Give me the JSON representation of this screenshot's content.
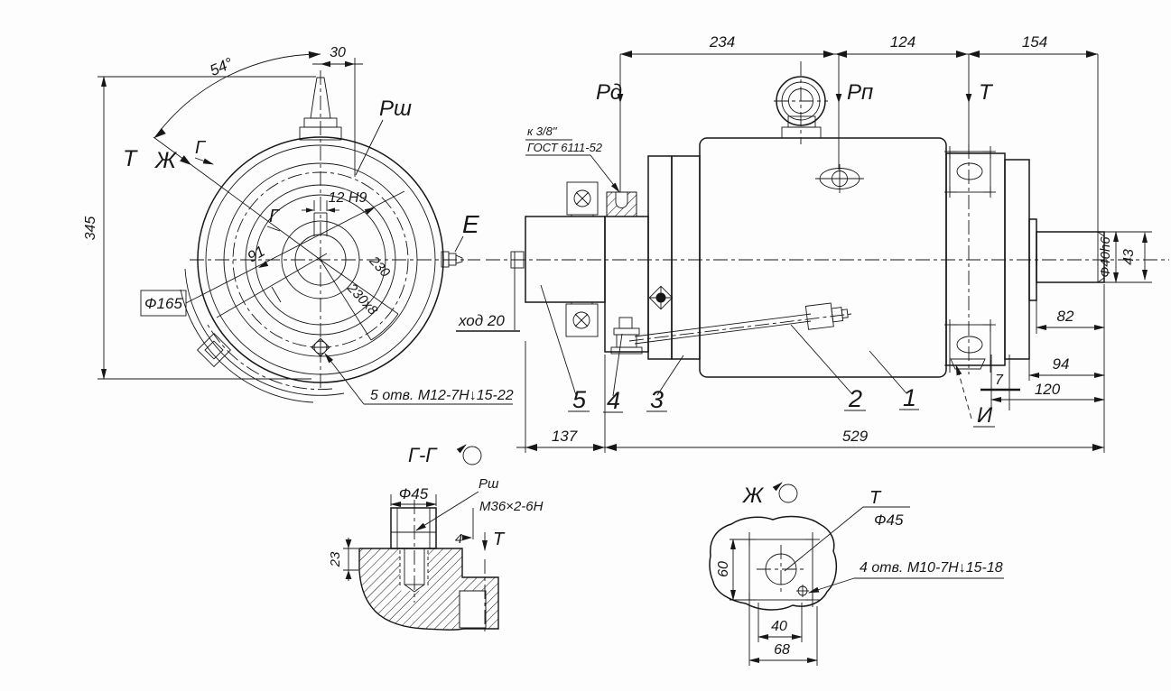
{
  "front_view": {
    "overall_height": "345",
    "terminal_offset": "30",
    "angle": "54°",
    "view_t": "Т",
    "view_zh": "Ж",
    "section_g_outer": "Г",
    "section_g_inner": "Г",
    "label_rsh": "Рш",
    "keyway": "12 Н9",
    "dim_91": "91",
    "spline_1": "230",
    "spline_2": "230х8",
    "flange_dia": "Ф165",
    "label_e": "Е",
    "holes_note": "5 отв. М12-7Н↓15-22"
  },
  "side_view": {
    "dim_234": "234",
    "dim_124": "124",
    "dim_154": "154",
    "label_rd": "Рд",
    "label_rp": "Рп",
    "label_t": "Т",
    "thread_line1": "к 3/8\"",
    "thread_line2": "ГОСТ 6111-52",
    "stroke_note": "ход 20",
    "shaft_dia": "Ф40h6",
    "dim_43": "43",
    "dim_82": "82",
    "dim_94": "94",
    "dim_120": "120",
    "dim_7": "7",
    "label_i": "И",
    "dim_137": "137",
    "dim_529": "529",
    "item_1": "1",
    "item_2": "2",
    "item_3": "3",
    "item_4": "4",
    "item_5": "5"
  },
  "section_gg": {
    "title": "Г-Г",
    "dia": "Ф45",
    "label_rsh": "Рш",
    "thread": "М36×2-6Н",
    "dim_4": "4",
    "label_t": "Т",
    "dim_23": "23"
  },
  "view_zh": {
    "title": "Ж",
    "label_t": "Т",
    "dia": "Ф45",
    "holes_note": "4 отв. М10-7Н↓15-18",
    "dim_60": "60",
    "dim_40": "40",
    "dim_68": "68"
  },
  "colors": {
    "ink": "#171717",
    "paper": "#fdfdfd"
  }
}
